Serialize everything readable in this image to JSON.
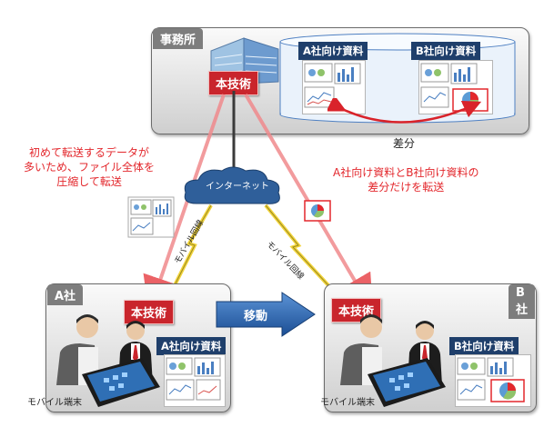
{
  "office": {
    "title": "事務所",
    "tech_label": "本技術",
    "doc_a_label": "A社向け資料",
    "doc_b_label": "B社向け資料",
    "diff_label": "差分"
  },
  "internet_label": "インターネット",
  "left_note": [
    "初めて転送するデータが",
    "多いため、ファイル全体を",
    "圧縮して転送"
  ],
  "right_note": [
    "A社向け資料とB社向け資料の",
    "差分だけを転送"
  ],
  "mobile_line_label": "モバイル回線",
  "company_a": {
    "title": "A社",
    "tech_label": "本技術",
    "doc_label": "A社向け資料",
    "device_label": "モバイル端末"
  },
  "company_b": {
    "title": "B社",
    "tech_label": "本技術",
    "doc_label": "B社向け資料",
    "device_label": "モバイル端末"
  },
  "move_label": "移動",
  "colors": {
    "accent_red": "#e3272c",
    "tech_red": "#c9252c",
    "label_navy": "#1f3f6b",
    "move_blue": "#1e5fae"
  }
}
